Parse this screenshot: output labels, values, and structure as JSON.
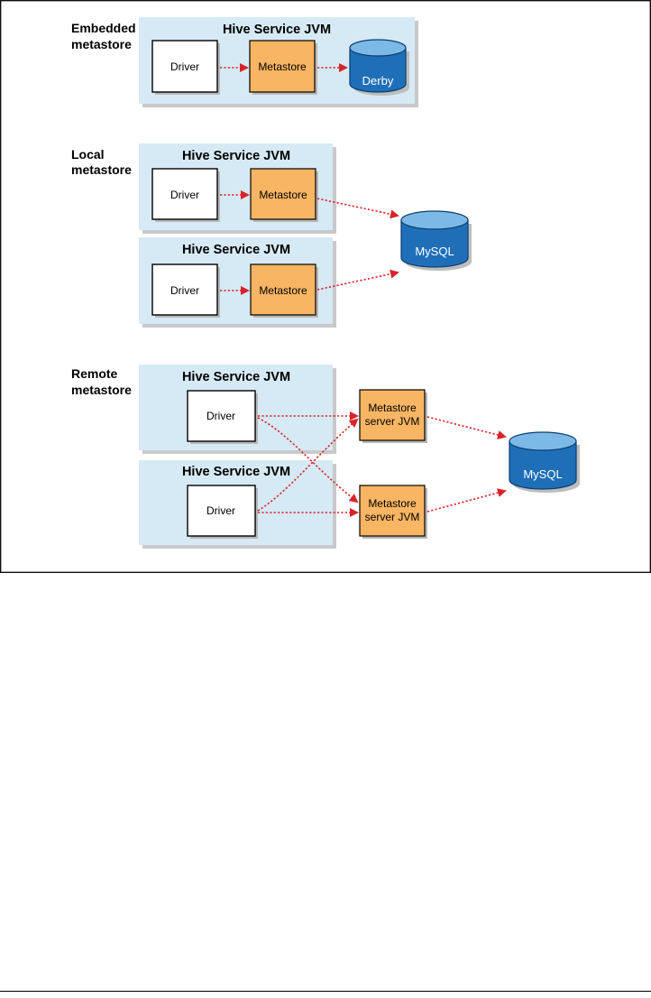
{
  "sections": [
    {
      "label_line1": "Embedded",
      "label_line2": "metastore"
    },
    {
      "label_line1": "Local",
      "label_line2": "metastore"
    },
    {
      "label_line1": "Remote",
      "label_line2": "metastore"
    }
  ],
  "jvm_title": "Hive Service JVM",
  "driver_label": "Driver",
  "metastore_label": "Metastore",
  "metastore_server_line1": "Metastore",
  "metastore_server_line2": "server JVM",
  "db_derby": "Derby",
  "db_mysql": "MySQL",
  "colors": {
    "jvm_fill": "#d6eaf5",
    "metastore_fill": "#f8b563",
    "db_fill": "#1f6fb8",
    "arrow": "#d9232a"
  }
}
